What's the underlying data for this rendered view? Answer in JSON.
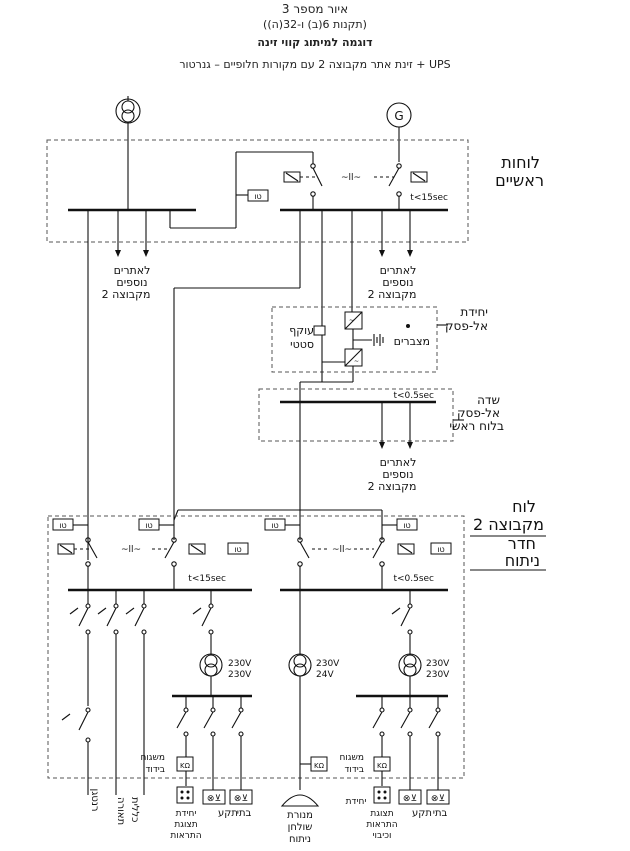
{
  "header": {
    "figure_no": "איור מספר 3",
    "regulation": "(תקנות 6(ב) ו-32(ה))",
    "title": "דוגמה למיתוג קווי זינה",
    "subtitle": "זינת אתר מקבוצה 2 עם מקורות חלופיים – גנרטור + UPS"
  },
  "labels": {
    "main_boards": [
      "לוחות",
      "ראשיים"
    ],
    "ups_unit": [
      "יחידת",
      "אל-פסק"
    ],
    "ups_field": [
      "שדה",
      "אל-פסק",
      "בלוח ראשי"
    ],
    "group_board": [
      "לוח",
      "מקבוצה 2"
    ],
    "or_room": [
      "חדר",
      "ניתוח"
    ],
    "more_sites": [
      "לאתרים",
      "נוספים",
      "מקבוצה 2"
    ],
    "static_switch": [
      "עוקף",
      "סטטי"
    ],
    "batteries": "מצברים",
    "sensor": "טו",
    "t15": "t<15sec",
    "t05": "t<0.5sec",
    "generator": "G",
    "trafo_230": [
      "230V",
      "230V"
    ],
    "trafo_24": [
      "230V",
      "24V"
    ],
    "insulation_monitor": [
      "משגוח",
      "בידוד"
    ],
    "kohm": "KΩ",
    "bottom": {
      "ventilation": "רנטגן",
      "lighting": [
        "תאורה",
        "כללית"
      ],
      "alarm_panel_left": [
        "יחידת",
        "תצוגת",
        "התראות"
      ],
      "outlets_left": [
        "בתי",
        "תקע"
      ],
      "op_lamp": [
        "מנורת",
        "שולחן",
        "ניתוח"
      ],
      "alarm_panel_right": [
        "יחידת",
        "תצוגת",
        "התראות",
        "וכיבוי"
      ],
      "outlets_right": [
        "בתי",
        "תקע"
      ]
    }
  }
}
